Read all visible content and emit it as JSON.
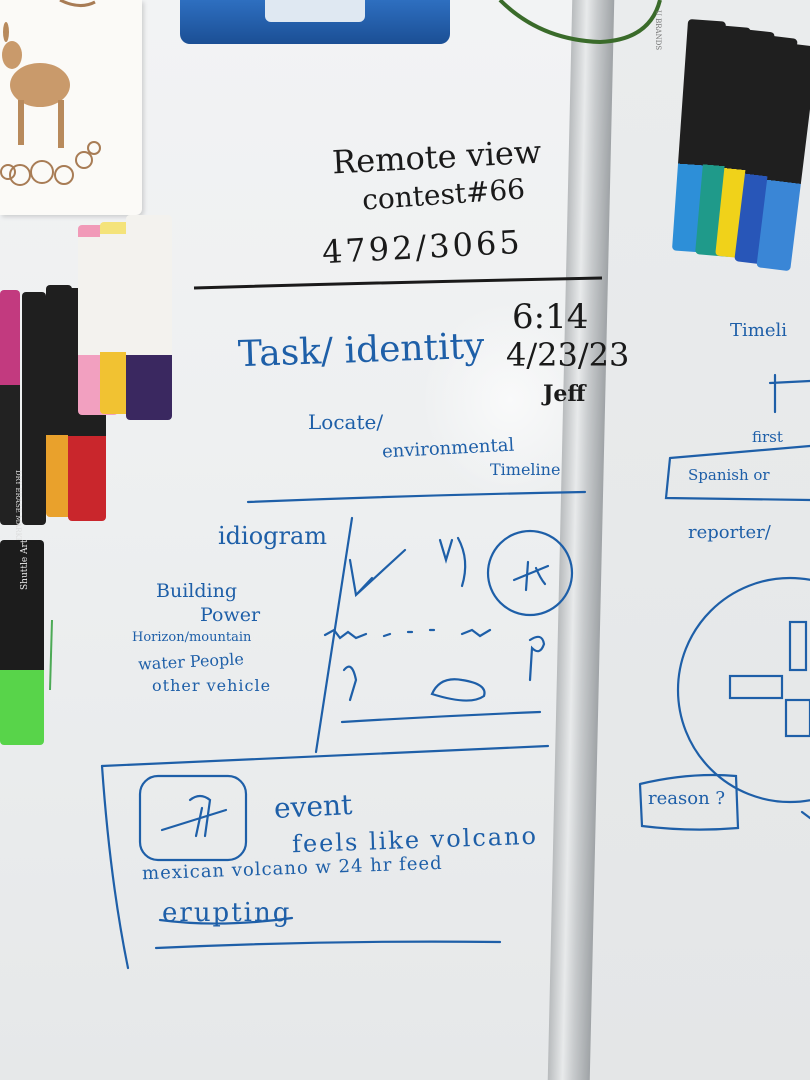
{
  "board": {
    "title_line1": "Remote view",
    "title_line2": "contest#66",
    "target_code": "4792/3065",
    "time": "6:14",
    "date": "4/23/23",
    "author": "Jeff",
    "task_heading": "Task/ identity",
    "task_sub1": "Locate/",
    "task_sub2": "environmental",
    "task_sub3": "Timeline",
    "ideogram_label": "idiogram",
    "categories": [
      "Building",
      "Power",
      "Horizon/mountain",
      "water People",
      "other vehicle"
    ],
    "event_label": "event",
    "event_line1": "feels like volcano",
    "event_line2": "mexican volcano w 24 hr feed",
    "event_line3": "erupting"
  },
  "right_board": {
    "timeline": "Timeli",
    "first": "first",
    "spanish": "Spanish or",
    "reporter": "reporter/",
    "reason": "reason ?"
  },
  "marker_label": "DRY ERASE MARKER",
  "shuttle_label": "Shuttle Art",
  "brand_label": "U BRANDS",
  "colors": {
    "black_ink": "#1a1a1a",
    "blue_ink": "#1e5fa8",
    "whiteboard": "#eef0f1"
  }
}
